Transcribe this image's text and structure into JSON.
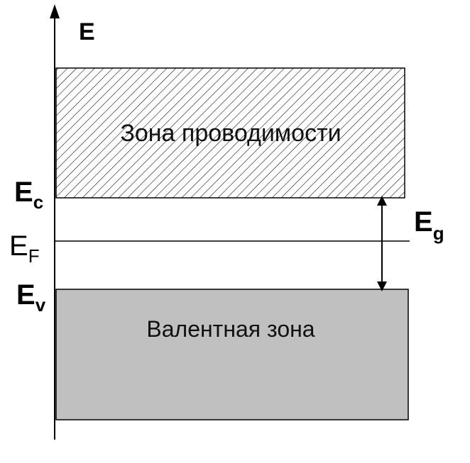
{
  "axis": {
    "label": "E"
  },
  "bands": {
    "conduction": {
      "label": "Зона проводимости",
      "fill": "hatched"
    },
    "valence": {
      "label": "Валентная зона",
      "fill": "#c0c0c0"
    }
  },
  "levels": {
    "ec": {
      "main": "E",
      "sub": "c"
    },
    "ef": {
      "main": "E",
      "sub": "F"
    },
    "ev": {
      "main": "E",
      "sub": "v"
    },
    "eg": {
      "main": "E",
      "sub": "g"
    }
  },
  "colors": {
    "line": "#000000",
    "valence_fill": "#c0c0c0",
    "hatch": "#000000"
  }
}
